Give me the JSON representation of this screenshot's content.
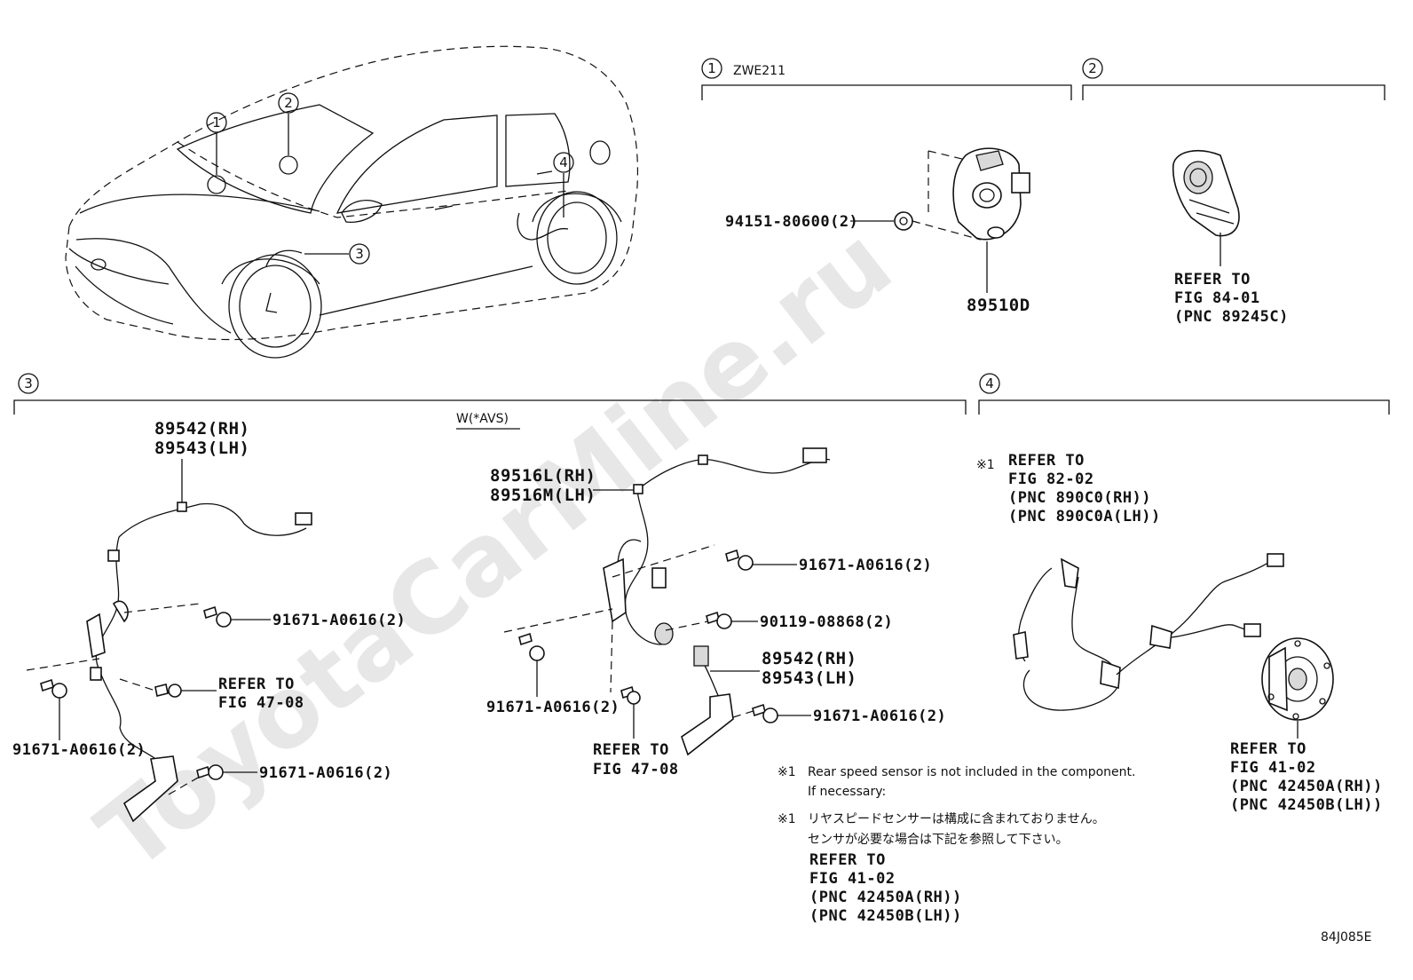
{
  "watermark": "ToyotaCarMine.ru",
  "diagram_code": "84J085E",
  "sections": {
    "s1": {
      "num": "1",
      "variant": "ZWE211"
    },
    "s2": {
      "num": "2"
    },
    "s3": {
      "num": "3",
      "variant": "W(*AVS)"
    },
    "s4": {
      "num": "4"
    }
  },
  "overview": {
    "callouts": [
      "1",
      "2",
      "3",
      "4"
    ]
  },
  "parts": {
    "p94151": "94151-80600(2)",
    "p89510d": "89510D",
    "refer84_l1": "REFER TO",
    "refer84_l2": "FIG 84-01",
    "refer84_l3": "(PNC 89245C)",
    "p89542a": "89542(RH)",
    "p89543a": "89543(LH)",
    "bolt_a": "91671-A0616(2)",
    "refer47a_l1": "REFER TO",
    "refer47a_l2": "FIG 47-08",
    "bolt_b": "91671-A0616(2)",
    "bolt_c": "91671-A0616(2)",
    "p89516l": "89516L(RH)",
    "p89516m": "89516M(LH)",
    "bolt_d": "91671-A0616(2)",
    "p90119": "90119-08868(2)",
    "p89542b": "89542(RH)",
    "p89543b": "89543(LH)",
    "bolt_e": "91671-A0616(2)",
    "bolt_f": "91671-A0616(2)",
    "refer47b_l1": "REFER TO",
    "refer47b_l2": "FIG 47-08",
    "mark1": "※1",
    "refer82_l1": "REFER TO",
    "refer82_l2": "FIG 82-02",
    "refer82_l3": "(PNC 890C0(RH))",
    "refer82_l4": "(PNC 890C0A(LH))",
    "refer41_l1": "REFER TO",
    "refer41_l2": "FIG 41-02",
    "refer41_l3": "(PNC 42450A(RH))",
    "refer41_l4": "(PNC 42450B(LH))"
  },
  "footnote": {
    "mark_en": "※1",
    "en_l1": "Rear speed sensor is not included in the component.",
    "en_l2": "If necessary:",
    "mark_jp": "※1",
    "jp_l1": "リヤスピードセンサーは構成に含まれておりません。",
    "jp_l2": "センサが必要な場合は下記を参照して下さい。",
    "ref_l1": "REFER TO",
    "ref_l2": "FIG 41-02",
    "ref_l3": "(PNC 42450A(RH))",
    "ref_l4": "(PNC 42450B(LH))"
  }
}
